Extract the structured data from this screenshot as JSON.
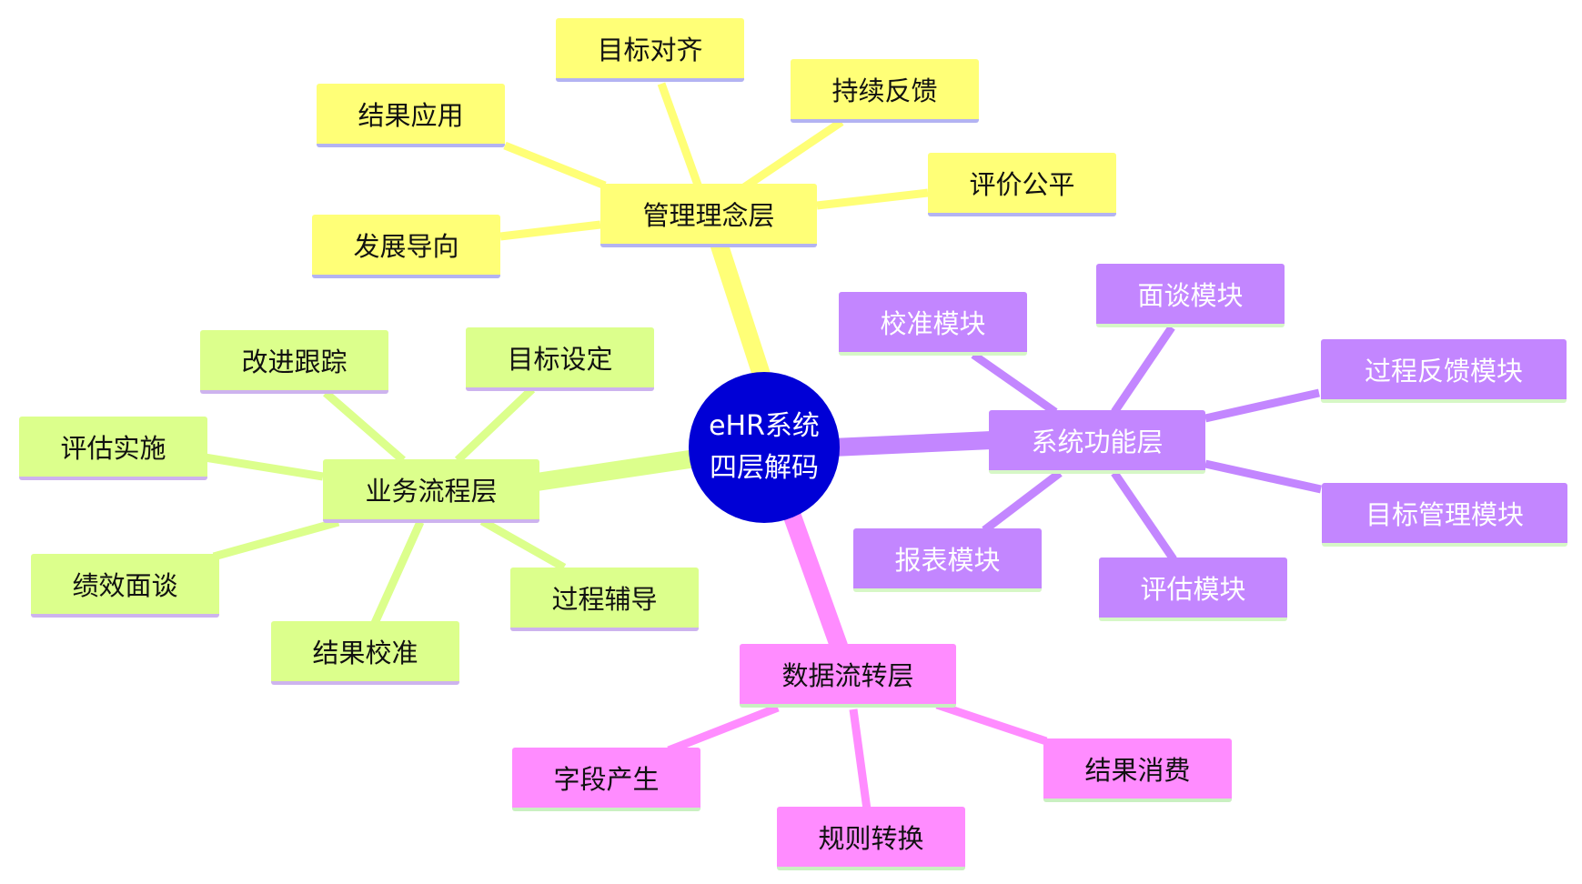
{
  "center": {
    "line1": "eHR系统",
    "line2": "四层解码"
  },
  "branches": {
    "management": {
      "label": "管理理念层",
      "color": "#ffff77",
      "children": [
        "目标对齐",
        "持续反馈",
        "结果应用",
        "评价公平",
        "发展导向"
      ]
    },
    "system": {
      "label": "系统功能层",
      "color": "#c386ff",
      "children": [
        "面谈模块",
        "校准模块",
        "过程反馈模块",
        "目标管理模块",
        "报表模块",
        "评估模块"
      ]
    },
    "business": {
      "label": "业务流程层",
      "color": "#dcff8c",
      "children": [
        "改进跟踪",
        "目标设定",
        "评估实施",
        "绩效面谈",
        "过程辅导",
        "结果校准"
      ]
    },
    "dataflow": {
      "label": "数据流转层",
      "color": "#ff8cff",
      "children": [
        "结果消费",
        "字段产生",
        "规则转换"
      ]
    }
  }
}
